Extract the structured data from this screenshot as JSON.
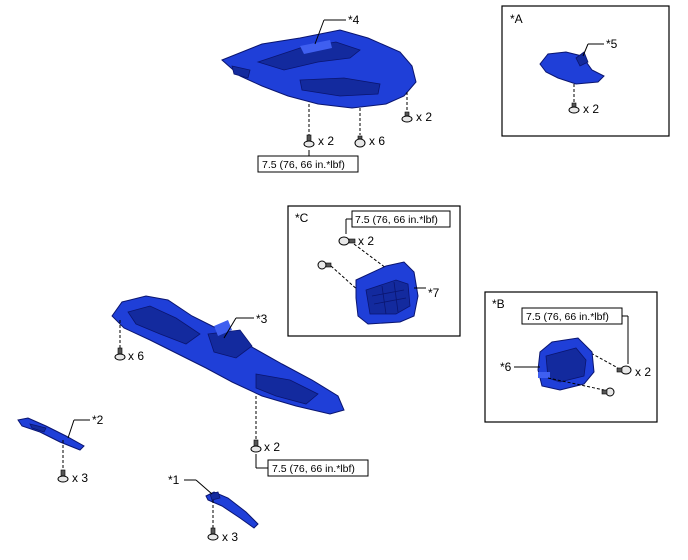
{
  "callouts": {
    "part_1": "*1",
    "part_2": "*2",
    "part_3": "*3",
    "part_4": "*4",
    "part_5": "*5",
    "part_6": "*6",
    "part_7": "*7"
  },
  "insets": {
    "a": "*A",
    "b": "*B",
    "c": "*C"
  },
  "quantities": {
    "q_part4_left": "x 2",
    "q_part4_mid": "x 6",
    "q_part4_right": "x 2",
    "q_part5": "x 2",
    "q_part7": "x 2",
    "q_part6": "x 2",
    "q_part3_left": "x 6",
    "q_part3_bottom": "x 2",
    "q_part2": "x 3",
    "q_part1": "x 3"
  },
  "torque": {
    "part4": "7.5 (76, 66 in.*lbf)",
    "part7": "7.5 (76, 66 in.*lbf)",
    "part6": "7.5 (76, 66 in.*lbf)",
    "part3": "7.5 (76, 66 in.*lbf)"
  },
  "colors": {
    "part_fill": "#1f3fd8",
    "part_outline": "#0a1570"
  }
}
